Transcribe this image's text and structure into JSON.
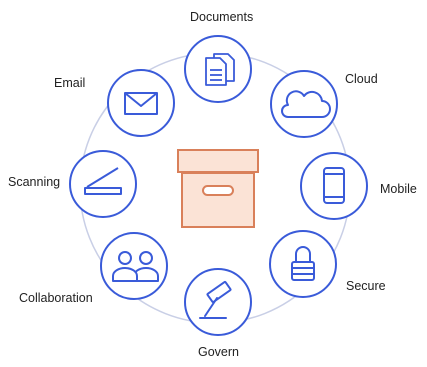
{
  "diagram": {
    "colors": {
      "ring": "#3a5bd9",
      "icon": "#3a5bd9",
      "icon_fill": "#ffffff",
      "box_stroke": "#d9805a",
      "box_fill": "#fbe3d6",
      "link": "#c9cfe6"
    },
    "center": {
      "name": "archive-box",
      "icon": "archive-box-icon"
    },
    "nodes": [
      {
        "id": "documents",
        "label": "Documents",
        "icon": "documents-icon"
      },
      {
        "id": "cloud",
        "label": "Cloud",
        "icon": "cloud-icon"
      },
      {
        "id": "mobile",
        "label": "Mobile",
        "icon": "mobile-phone-icon"
      },
      {
        "id": "secure",
        "label": "Secure",
        "icon": "padlock-icon"
      },
      {
        "id": "govern",
        "label": "Govern",
        "icon": "gavel-icon"
      },
      {
        "id": "collaboration",
        "label": "Collaboration",
        "icon": "people-icon"
      },
      {
        "id": "scanning",
        "label": "Scanning",
        "icon": "scanner-icon"
      },
      {
        "id": "email",
        "label": "Email",
        "icon": "envelope-icon"
      }
    ]
  }
}
